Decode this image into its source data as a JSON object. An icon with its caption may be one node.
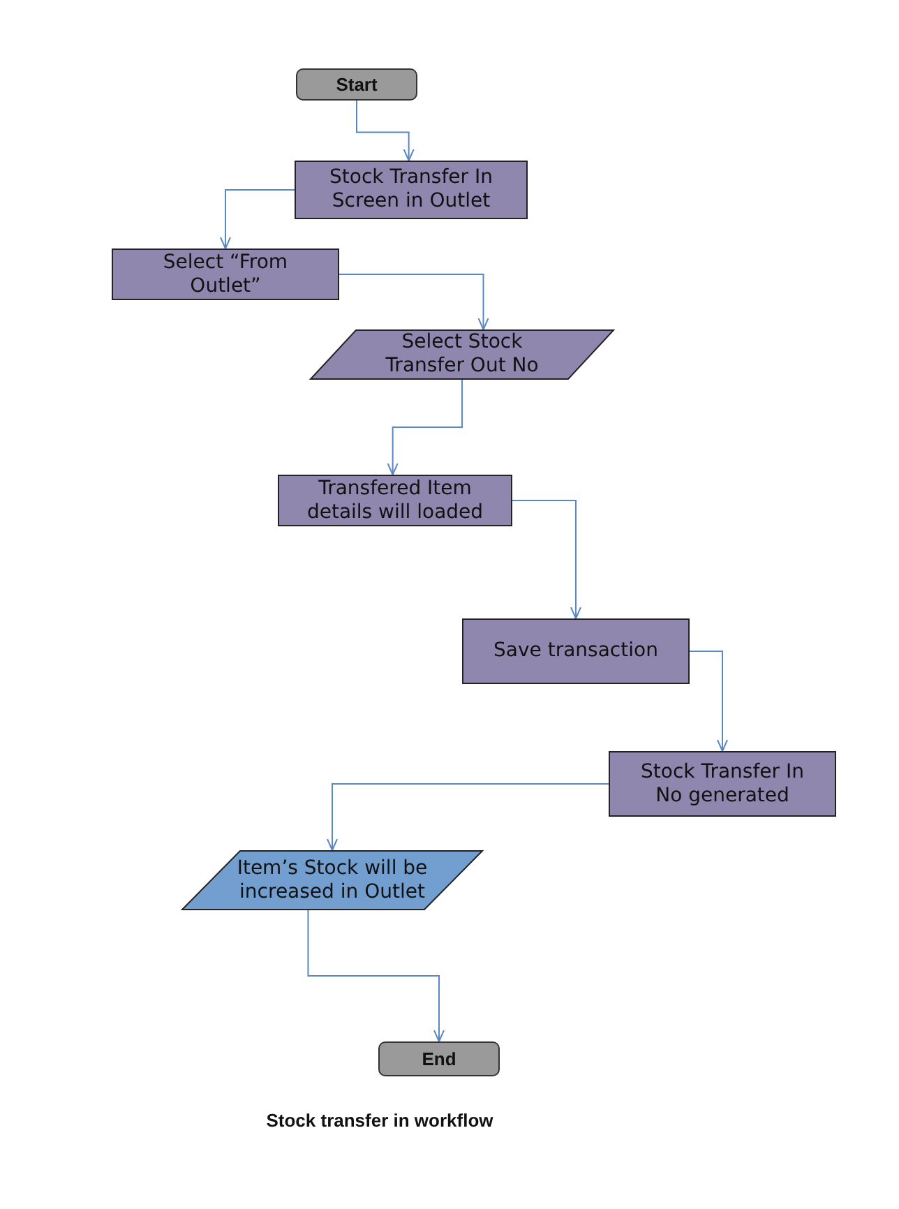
{
  "diagram": {
    "caption": "Stock transfer in workflow",
    "nodes": [
      {
        "text": [
          "Start"
        ]
      },
      {
        "text": [
          "Stock Transfer In Screen in Outlet"
        ]
      },
      {
        "text": [
          "Select “From Outlet”"
        ]
      },
      {
        "text": [
          "Select Stock Transfer Out No"
        ]
      },
      {
        "text": [
          "Transfered Item details will loaded"
        ]
      },
      {
        "text": [
          "Save transaction"
        ]
      },
      {
        "text": [
          "Stock Transfer In No generated"
        ]
      },
      {
        "text": [
          "Item’s Stock will be increased in Outlet"
        ]
      },
      {
        "text": [
          "End"
        ]
      }
    ],
    "edges": [
      {
        "from": 0,
        "to": 1,
        "arrow": "to"
      },
      {
        "from": 1,
        "to": 2,
        "arrow": "to"
      },
      {
        "from": 2,
        "to": 3,
        "arrow": "to"
      },
      {
        "from": 3,
        "to": 4,
        "arrow": "to"
      },
      {
        "from": 4,
        "to": 5,
        "arrow": "to"
      },
      {
        "from": 5,
        "to": 6,
        "arrow": "to"
      },
      {
        "from": 6,
        "to": 7,
        "arrow": "to"
      },
      {
        "from": 7,
        "to": 8,
        "arrow": "to"
      }
    ]
  }
}
